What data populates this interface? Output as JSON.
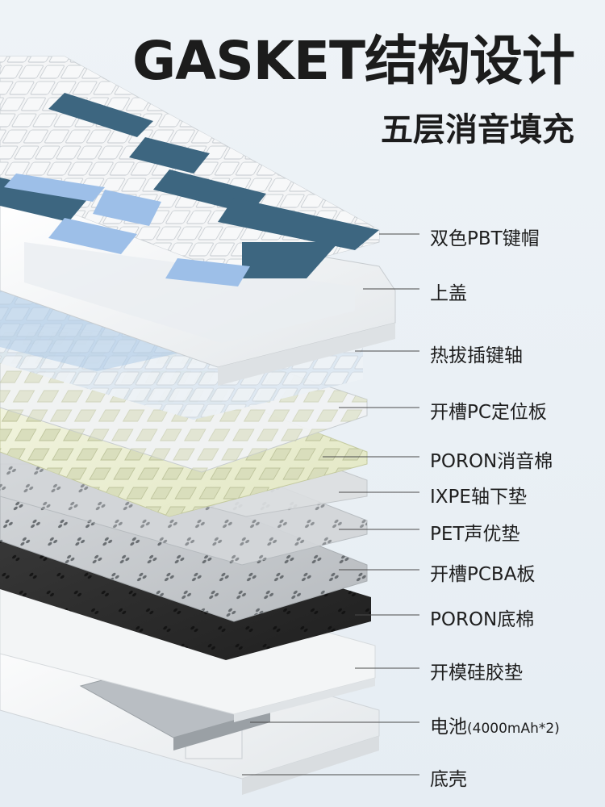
{
  "title": "GASKET结构设计",
  "subtitle": "五层消音填充",
  "layers": [
    {
      "label": "双色PBT键帽",
      "suffix": ""
    },
    {
      "label": "上盖",
      "suffix": ""
    },
    {
      "label": "热拔插键轴",
      "suffix": ""
    },
    {
      "label": "开槽PC定位板",
      "suffix": ""
    },
    {
      "label": "PORON消音棉",
      "suffix": ""
    },
    {
      "label": "IXPE轴下垫",
      "suffix": ""
    },
    {
      "label": "PET声优垫",
      "suffix": ""
    },
    {
      "label": "开槽PCBA板",
      "suffix": ""
    },
    {
      "label": "PORON底棉",
      "suffix": ""
    },
    {
      "label": "开模硅胶垫",
      "suffix": ""
    },
    {
      "label": "电池",
      "suffix": "(4000mAh*2)"
    },
    {
      "label": "底壳",
      "suffix": ""
    }
  ],
  "colors": {
    "keycap_dark": "#3d6680",
    "keycap_light_blue": "#9dbfe8",
    "keycap_white": "#f4f5f6",
    "plate_pc": "#eef2d8",
    "pcb_gray": "#c4c7ca",
    "poron_black": "#2a2a2a",
    "case_white": "#f7f8f8"
  }
}
